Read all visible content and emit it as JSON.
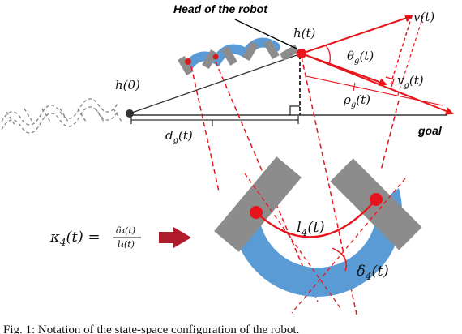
{
  "labels": {
    "head_of_robot": "Head of the robot",
    "h_t": "h(t)",
    "h_0": "h(0)",
    "v_t": "v(t)",
    "theta_g": "θ",
    "theta_g_sub": "g",
    "theta_g_arg": "(t)",
    "v_g": "v",
    "v_g_sub": "g",
    "v_g_arg": "(t)",
    "rho_g": "ρ",
    "rho_g_sub": "g",
    "rho_g_arg": "(t)",
    "d_g": "d",
    "d_g_sub": "g",
    "d_g_arg": "(t)",
    "goal": "goal",
    "l4": "l",
    "l4_sub": "4",
    "l4_arg": "(t)",
    "delta4": "δ",
    "delta4_sub": "4",
    "delta4_arg": "(t)"
  },
  "equation": {
    "lhs": "κ",
    "lhs_sub": "4",
    "lhs_arg": "(t) =",
    "numerator": "δ₄(t)",
    "denominator": "l₄(t)"
  },
  "caption": "Fig. 1: Notation of the state-space configuration of the robot.",
  "colors": {
    "red": "#e8141c",
    "dark_red": "#b01c2c",
    "gray_segment": "#8c8c8c",
    "blue_body": "#5b9bd5",
    "axis_line": "#333333"
  }
}
